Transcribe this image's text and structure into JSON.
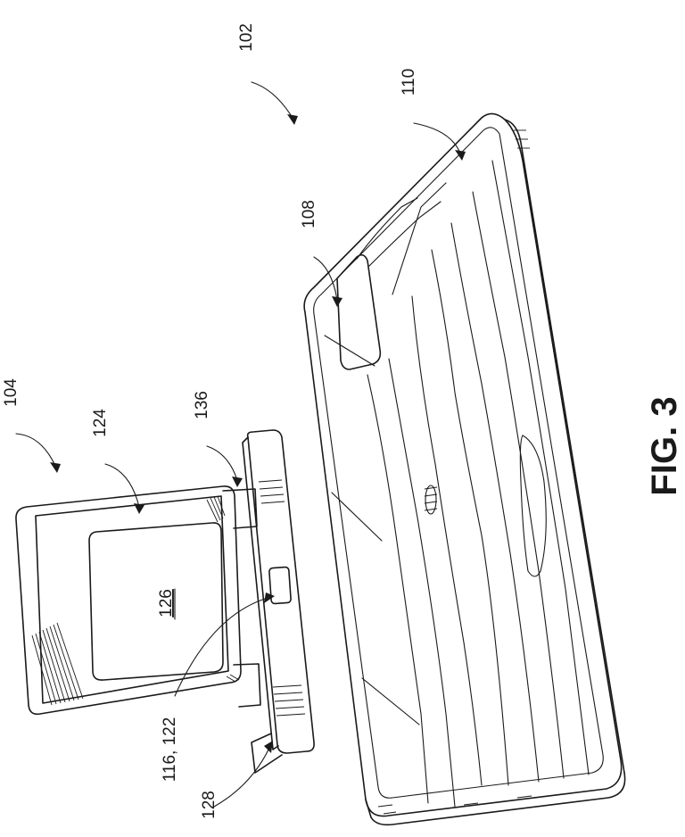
{
  "figure": {
    "caption": "FIG. 3",
    "labels": {
      "l102": "102",
      "l104": "104",
      "l108": "108",
      "l110": "110",
      "l116_122": "116, 122",
      "l124": "124",
      "l126": "126",
      "l128": "128",
      "l136": "136"
    }
  }
}
